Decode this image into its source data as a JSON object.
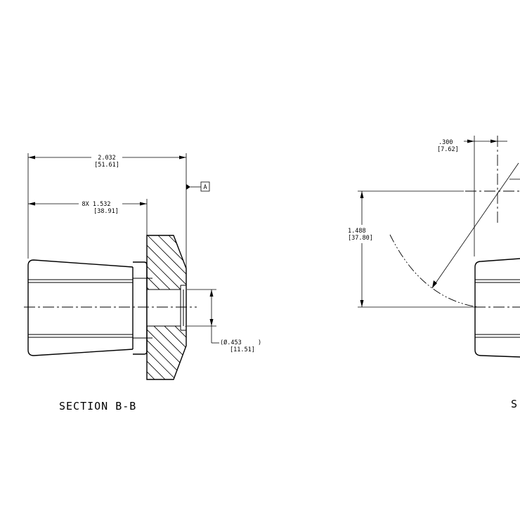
{
  "section_bb": {
    "title": "SECTION B-B",
    "overall_length": {
      "in": "2.032",
      "mm": "[51.61]"
    },
    "inner_length": {
      "in": "8X 1.532",
      "mm": "[38.91]"
    },
    "bore_diameter": {
      "in": "(Ø.453",
      "close": ")",
      "mm": "[11.51]"
    },
    "datum_label": "A"
  },
  "right_view": {
    "title_partial": "S",
    "offset": {
      "in": ".300",
      "mm": "[7.62]"
    },
    "radius_height": {
      "in": "1.488",
      "mm": "[37.80]"
    }
  }
}
